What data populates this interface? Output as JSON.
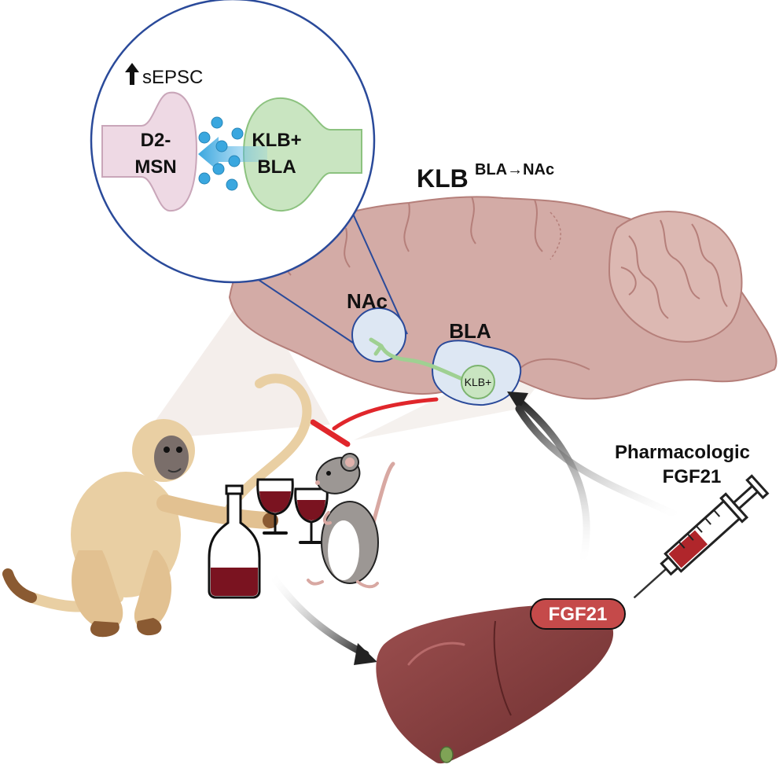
{
  "labels": {
    "sepsc": "sEPSC",
    "d2_msn_line1": "D2-",
    "d2_msn_line2": "MSN",
    "klb_bla_line1": "KLB+",
    "klb_bla_line2": "BLA",
    "klb_main": "KLB",
    "klb_super": "BLA→NAc",
    "nac": "NAc",
    "bla": "BLA",
    "klb_plus": "KLB+",
    "pharmacologic": "Pharmacologic",
    "fgf21_line": "FGF21",
    "fgf21_badge": "FGF21"
  },
  "colors": {
    "brain_fill": "#d3aba6",
    "brain_stroke": "#b57f7a",
    "cerebellum_fill": "#dcb8b2",
    "bubble_stroke": "#2a4a9a",
    "bubble_fill": "#ffffff",
    "region_fill": "#dde7f3",
    "klb_green": "#c9e5c1",
    "d2_pink": "#eed9e4",
    "vesicle_blue": "#3aa7df",
    "inhibit_red": "#e0262b",
    "liver": "#8e4545",
    "fgf21_badge": "#c54a4a",
    "wine": "#7a1320",
    "monkey": "#e9cfa3",
    "rat": "#9c9794"
  },
  "icons": [
    "up-arrow-icon",
    "inhibition-icon",
    "syringe-icon",
    "wine-bottle-icon",
    "wine-glass-icon",
    "monkey-icon",
    "rat-icon",
    "liver-icon",
    "brain-icon",
    "synapse-icon"
  ]
}
